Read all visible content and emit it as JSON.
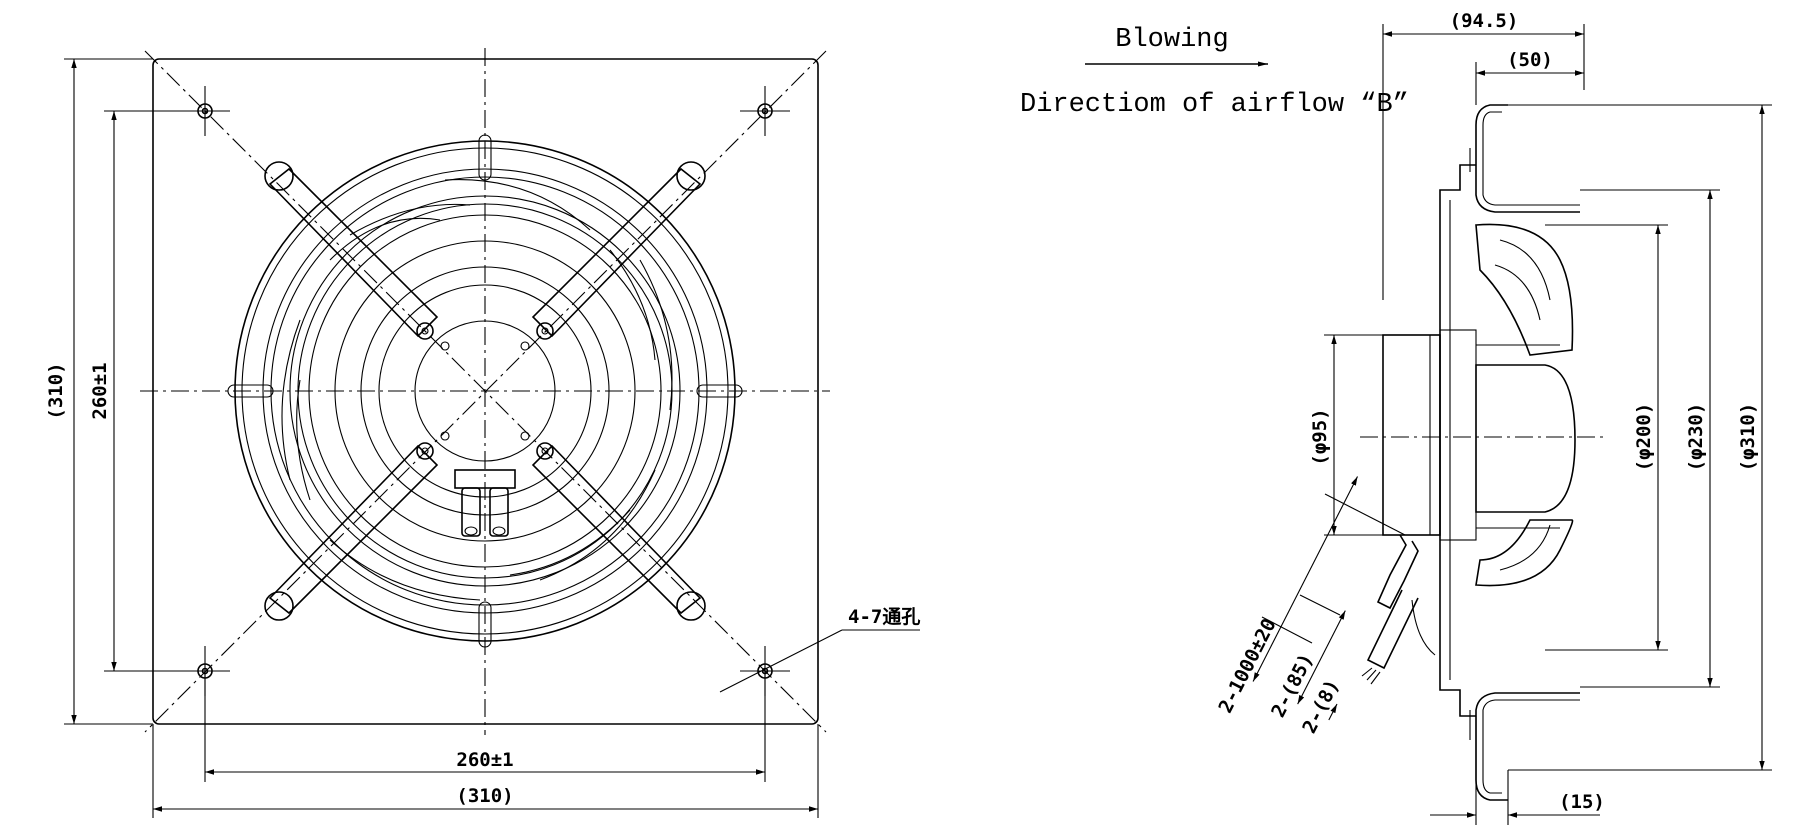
{
  "front_view": {
    "dim_height_overall": "(310)",
    "dim_height_holes": "260±1",
    "dim_width_holes": "260±1",
    "dim_width_overall": "(310)",
    "hole_note": "4-7通孔"
  },
  "side_view": {
    "label_blowing": "Blowing",
    "label_direction": "Directiom of airflow “B”",
    "dim_depth_total": "(94.5)",
    "dim_depth_50": "(50)",
    "dim_motor_dia": "(φ95)",
    "dim_dia_200": "(φ200)",
    "dim_dia_230": "(φ230)",
    "dim_dia_310": "(φ310)",
    "dim_flange_15": "(15)",
    "dim_cable_length": "2-1000±20",
    "dim_cable_85": "2-(85)",
    "dim_cable_8": "2-(8)"
  }
}
